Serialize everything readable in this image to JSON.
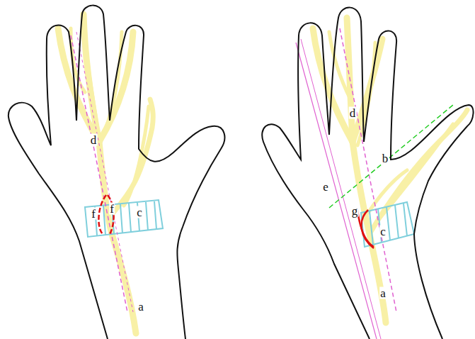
{
  "diagram": {
    "labels": [
      "d",
      "f",
      "f",
      "c",
      "a",
      "d",
      "b",
      "e",
      "g",
      "c",
      "a"
    ]
  }
}
